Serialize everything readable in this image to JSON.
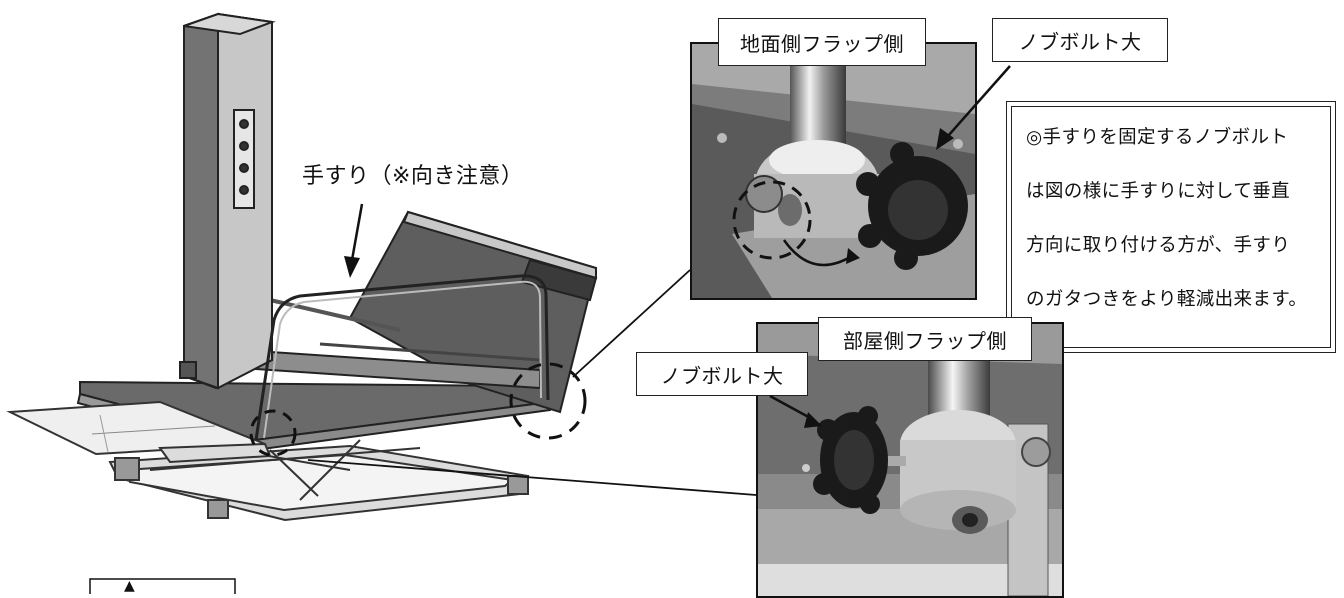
{
  "labels": {
    "handrail": "手すり（※向き注意）",
    "ground_flap": "地面側フラップ側",
    "knob_bolt_top": "ノブボルト大",
    "room_flap": "部屋側フラップ側",
    "knob_bolt_bottom": "ノブボルト大"
  },
  "note": {
    "lines": [
      "◎手すりを固定するノブボルト",
      "は図の様に手すりに対して垂直",
      "方向に取り付ける方が、手すり",
      "のガタつきをより軽減出来ます。"
    ]
  },
  "warning_tab": "▲"
}
